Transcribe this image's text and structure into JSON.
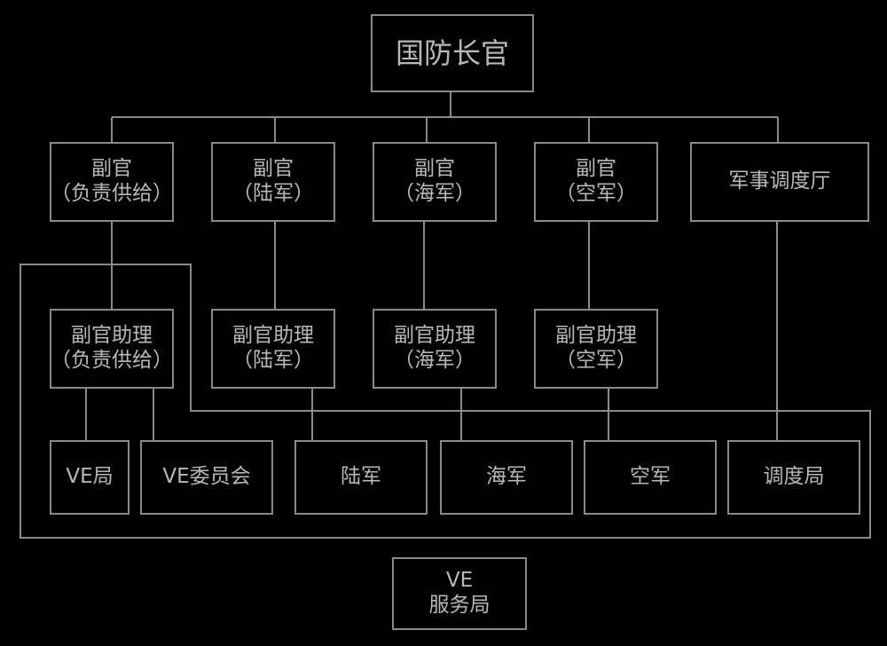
{
  "org_chart": {
    "top": {
      "label": "国防长官"
    },
    "deputies": [
      {
        "title": "副官",
        "sub": "（负责供给）"
      },
      {
        "title": "副官",
        "sub": "（陆军）"
      },
      {
        "title": "副官",
        "sub": "（海军）"
      },
      {
        "title": "副官",
        "sub": "（空军）"
      }
    ],
    "military_staff": {
      "label": "军事调度厅"
    },
    "assistants": [
      {
        "title": "副官助理",
        "sub": "（负责供给）"
      },
      {
        "title": "副官助理",
        "sub": "（陆军）"
      },
      {
        "title": "副官助理",
        "sub": "（海军）"
      },
      {
        "title": "副官助理",
        "sub": "（空军）"
      }
    ],
    "bureaus": [
      {
        "label": "VE局"
      },
      {
        "label": "VE委员会"
      },
      {
        "label": "陆军"
      },
      {
        "label": "海军"
      },
      {
        "label": "空军"
      },
      {
        "label": "调度局"
      }
    ],
    "service_bureau": {
      "line1": "VE",
      "line2": "服务局"
    }
  }
}
